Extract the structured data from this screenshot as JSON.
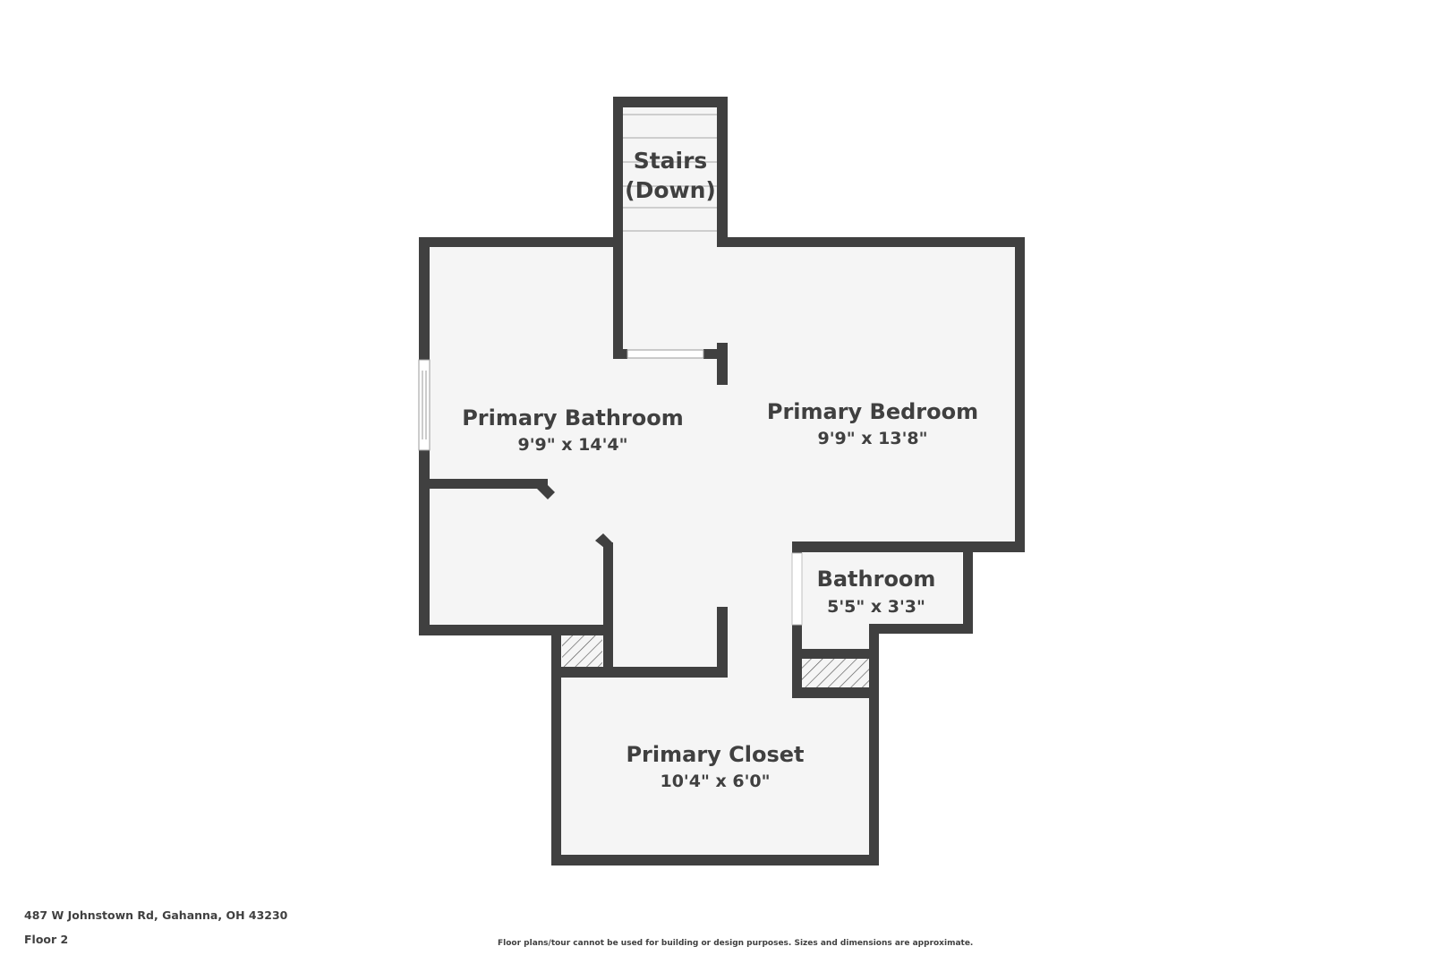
{
  "plan": {
    "address": "487 W Johnstown Rd, Gahanna, OH 43230",
    "floor": "Floor 2",
    "disclaimer": "Floor plans/tour cannot be used for building or design purposes. Sizes and dimensions are approximate."
  },
  "rooms": [
    {
      "name": "Stairs",
      "name2": "(Down)",
      "dimensions": ""
    },
    {
      "name": "Primary Bathroom",
      "dimensions": "9'9\" x 14'4\""
    },
    {
      "name": "Primary Bedroom",
      "dimensions": "9'9\" x 13'8\""
    },
    {
      "name": "Bathroom",
      "dimensions": "5'5\" x 3'3\""
    },
    {
      "name": "Primary Closet",
      "dimensions": "10'4\" x 6'0\""
    }
  ],
  "colors": {
    "wall": "#404040",
    "floor": "#f5f5f5",
    "background": "#ffffff",
    "text": "#404040"
  }
}
